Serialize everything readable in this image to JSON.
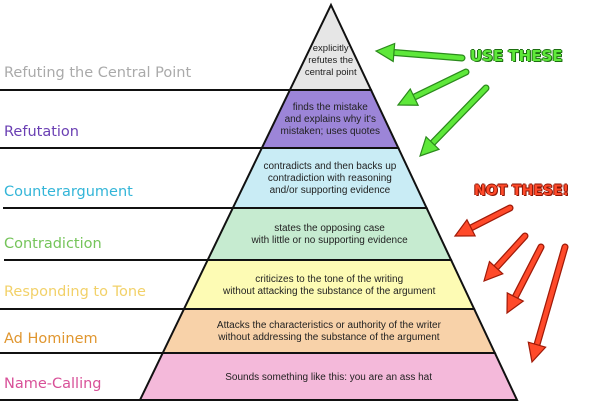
{
  "title": "",
  "levels": [
    {
      "name": "Refuting the Central Point",
      "description": "explicitly refutes the central point",
      "lines": [
        "explicitly",
        "refutes the",
        "central point"
      ],
      "fill": "#e6e6e6",
      "label_color": "#aaaaaa"
    },
    {
      "name": "Refutation",
      "description": "finds the mistake and explains why it's mistaken; uses quotes",
      "lines": [
        "finds the mistake",
        "and explains why it's",
        "mistaken; uses quotes"
      ],
      "fill": "#9c85d8",
      "label_color": "#6a3fb3"
    },
    {
      "name": "Counterargument",
      "description": "contradicts and then backs up contradiction with reasoning and/or supporting evidence",
      "lines": [
        "contradicts and then backs up",
        "contradiction with reasoning",
        "and/or supporting evidence"
      ],
      "fill": "#c9ecf5",
      "label_color": "#33b5d8"
    },
    {
      "name": "Contradiction",
      "description": "states the opposing case with little or no supporting evidence",
      "lines": [
        "states the opposing case",
        "with little or no supporting evidence"
      ],
      "fill": "#c6ebd0",
      "label_color": "#75c45a"
    },
    {
      "name": "Responding to Tone",
      "description": "criticizes to the tone of the writing without attacking the substance of the argument",
      "lines": [
        "criticizes to the tone of the writing",
        "without attacking the substance of the argument"
      ],
      "fill": "#fdfbb4",
      "label_color": "#f2d169"
    },
    {
      "name": "Ad Hominem",
      "description": "Attacks the characteristics or authority of the writer without addressing the substance of the argument",
      "lines": [
        "Attacks the  characteristics or authority of the writer",
        "without addressing the substance of the argument"
      ],
      "fill": "#f8d2a9",
      "label_color": "#e0962f"
    },
    {
      "name": "Name-Calling",
      "description": "Sounds something like this: you are an ass hat",
      "lines": [
        "Sounds something like this: you are an ass hat"
      ],
      "fill": "#f4b9da",
      "label_color": "#d85098"
    }
  ],
  "callouts": {
    "use": {
      "text": "USE THESE",
      "color": "#5ee83a",
      "arrow_count": 3,
      "target_levels": [
        "Refuting the Central Point",
        "Refutation",
        "Counterargument"
      ]
    },
    "not": {
      "text": "NOT THESE!",
      "color": "#ff4a2a",
      "arrow_count": 4,
      "target_levels": [
        "Contradiction",
        "Responding to Tone",
        "Ad Hominem",
        "Name-Calling"
      ]
    }
  }
}
